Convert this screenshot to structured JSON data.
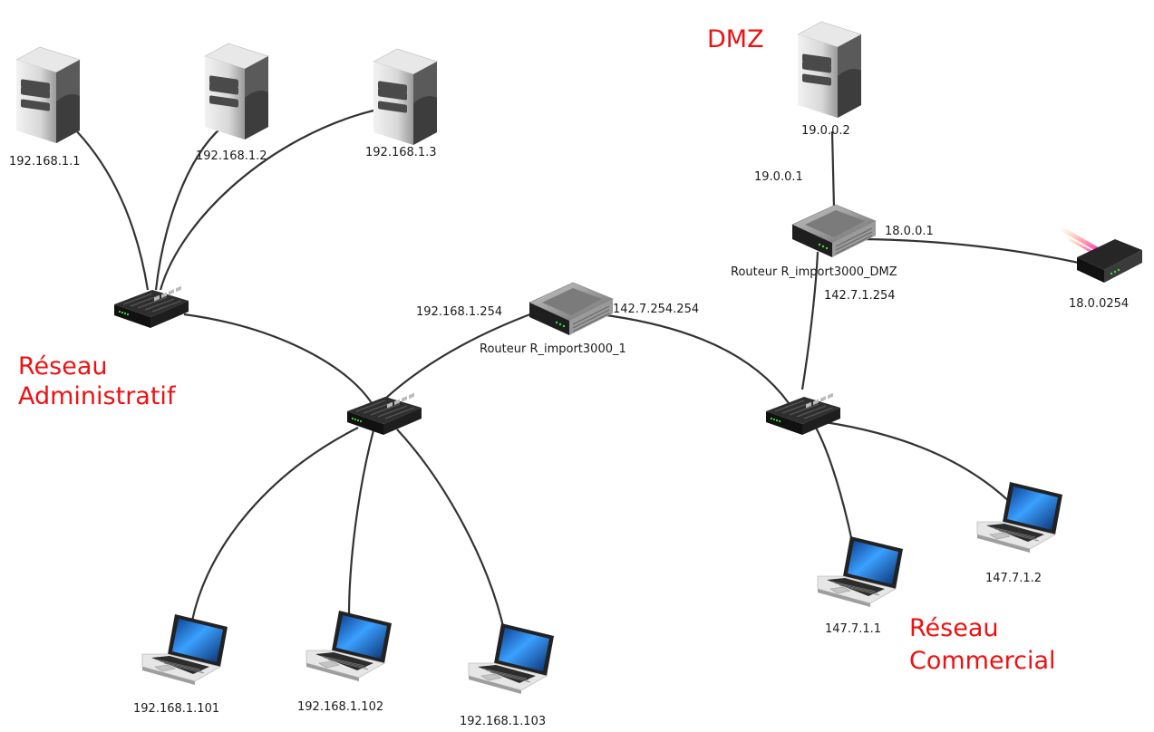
{
  "zones": {
    "dmz": "DMZ",
    "admin_line1": "Réseau",
    "admin_line2": "Administratif",
    "commercial_line1": "Réseau",
    "commercial_line2": "Commercial"
  },
  "servers": {
    "s1": "192.168.1.1",
    "s2": "192.168.1.2",
    "s3": "192.168.1.3",
    "dmz": "19.0.0.2"
  },
  "laptops": {
    "l101": "192.168.1.101",
    "l102": "192.168.1.102",
    "l103": "192.168.1.103",
    "c1": "147.7.1.1",
    "c2": "147.7.1.2"
  },
  "router_main": {
    "name": "Routeur R_import3000_1",
    "left_ip": "192.168.1.254",
    "right_ip": "142.7.254.254"
  },
  "router_dmz": {
    "name": "Routeur R_import3000_DMZ",
    "top_ip": "19.0.0.1",
    "right_ip": "18.0.0.1",
    "bottom_ip": "142.7.1.254"
  },
  "modem": {
    "label": "18.0.0254"
  },
  "colors": {
    "zone_label": "#ee1111",
    "link": "#333333",
    "screen": "#1a6fd0"
  }
}
